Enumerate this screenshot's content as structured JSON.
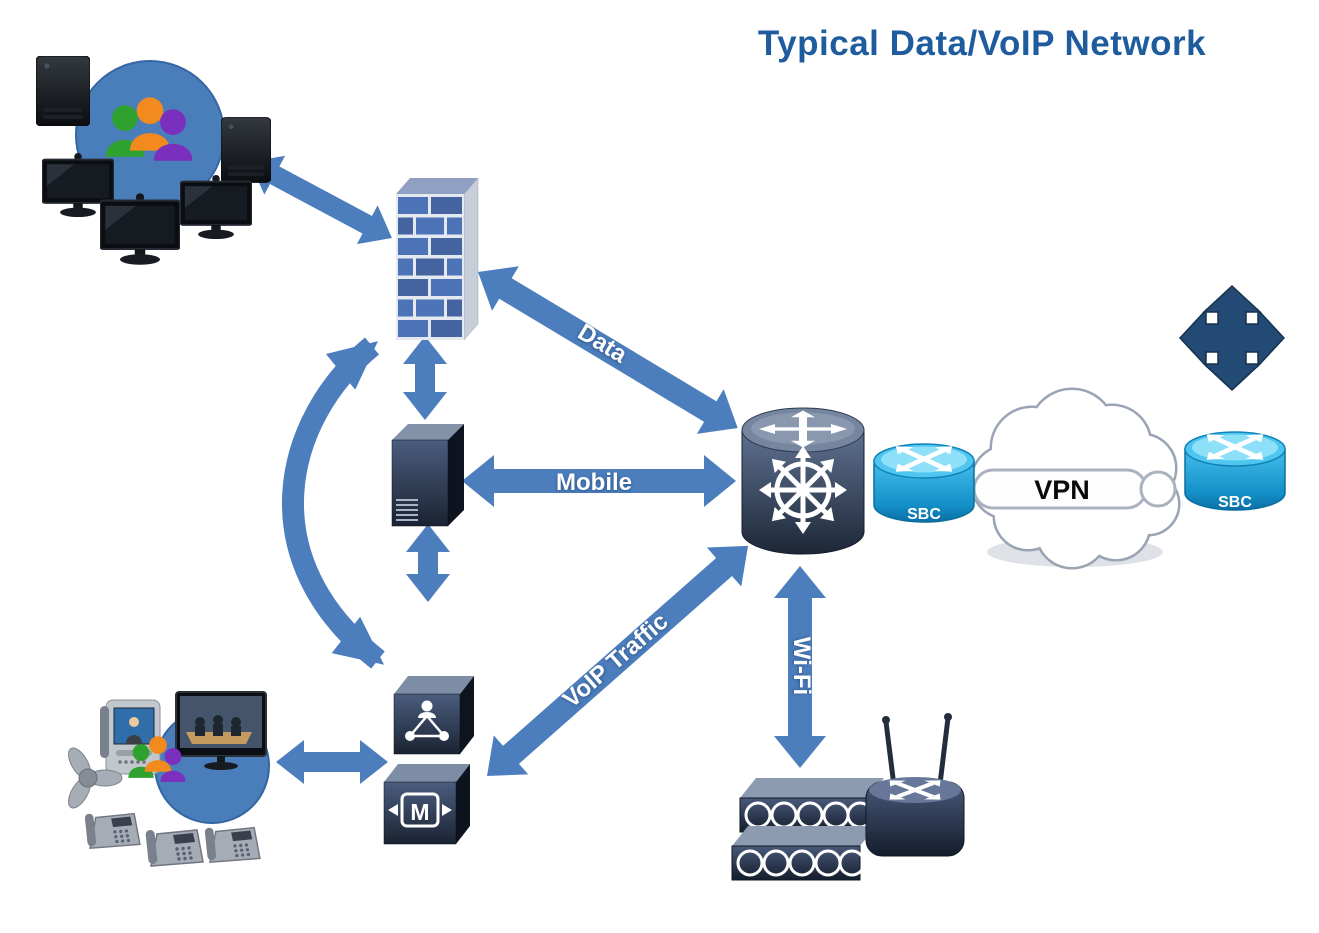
{
  "title": "Typical Data/VoIP Network",
  "colors": {
    "title_text": "#1F5C9E",
    "arrow_blue": "#4C7EBD",
    "node_dark": "#2E3A4E",
    "router_cyan": "#29A8DE",
    "users_circle": "#4A7EBB",
    "firewall_brick": "#4C72B8",
    "cloud_outline": "#9AA4B5"
  },
  "arrow_labels": {
    "data": "Data",
    "mobile": "Mobile",
    "voip_traffic": "VoIP Traffic",
    "wifi": "Wi-Fi"
  },
  "labels": {
    "vpn": "VPN",
    "sbc_left": "SBC",
    "sbc_right": "SBC",
    "media_gateway_letter": "M"
  },
  "nodes": {
    "users_lan": "users-workstations-group",
    "firewall": "firewall",
    "server": "server",
    "core_router": "core-router",
    "sbc_left": "session-border-controller-left",
    "vpn_cloud": "vpn-cloud",
    "sbc_right": "session-border-controller-right",
    "voip_endpoints": "voip-endpoints-group",
    "call_servers": "call-control-servers",
    "access_points": "wireless-access-points",
    "wireless_router": "wireless-router",
    "internet_cross": "four-way-arrows"
  }
}
